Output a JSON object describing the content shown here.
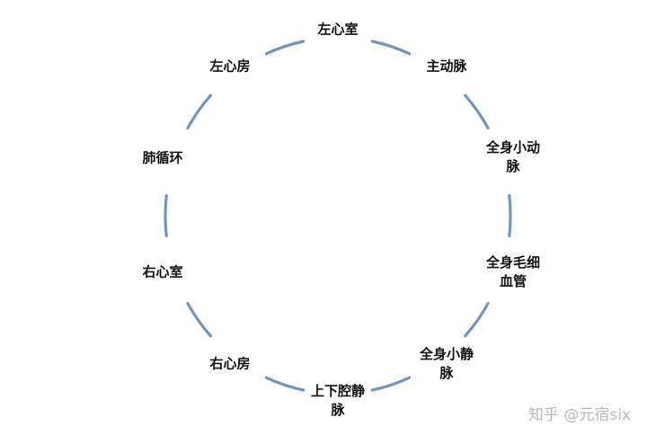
{
  "diagram": {
    "nodes": [
      {
        "id": "n1",
        "lines": [
          "左心室"
        ]
      },
      {
        "id": "n2",
        "lines": [
          "主动脉"
        ]
      },
      {
        "id": "n3",
        "lines": [
          "全身小动",
          "脉"
        ]
      },
      {
        "id": "n4",
        "lines": [
          "全身毛细",
          "血管"
        ]
      },
      {
        "id": "n5",
        "lines": [
          "全身小静",
          "脉"
        ]
      },
      {
        "id": "n6",
        "lines": [
          "上下腔静",
          "脉"
        ]
      },
      {
        "id": "n7",
        "lines": [
          "右心房"
        ]
      },
      {
        "id": "n8",
        "lines": [
          "右心室"
        ]
      },
      {
        "id": "n9",
        "lines": [
          "肺循环"
        ]
      },
      {
        "id": "n10",
        "lines": [
          "左心房"
        ]
      }
    ],
    "arc_color": "#7096bf"
  },
  "watermark": {
    "text": "知乎 @元宿six"
  }
}
